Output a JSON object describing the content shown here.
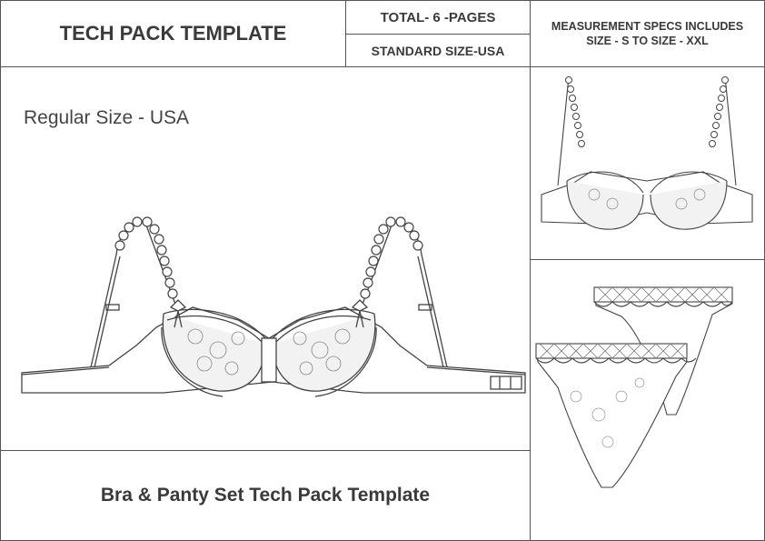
{
  "header": {
    "title": "TECH PACK TEMPLATE",
    "pages": "TOTAL- 6 -PAGES",
    "standard_size": "STANDARD SIZE-USA",
    "specs_line1": "MEASUREMENT SPECS INCLUDES",
    "specs_line2": "SIZE - S TO SIZE - XXL"
  },
  "main": {
    "size_label": "Regular Size - USA"
  },
  "footer": {
    "title": "Bra & Panty Set Tech Pack Template"
  }
}
